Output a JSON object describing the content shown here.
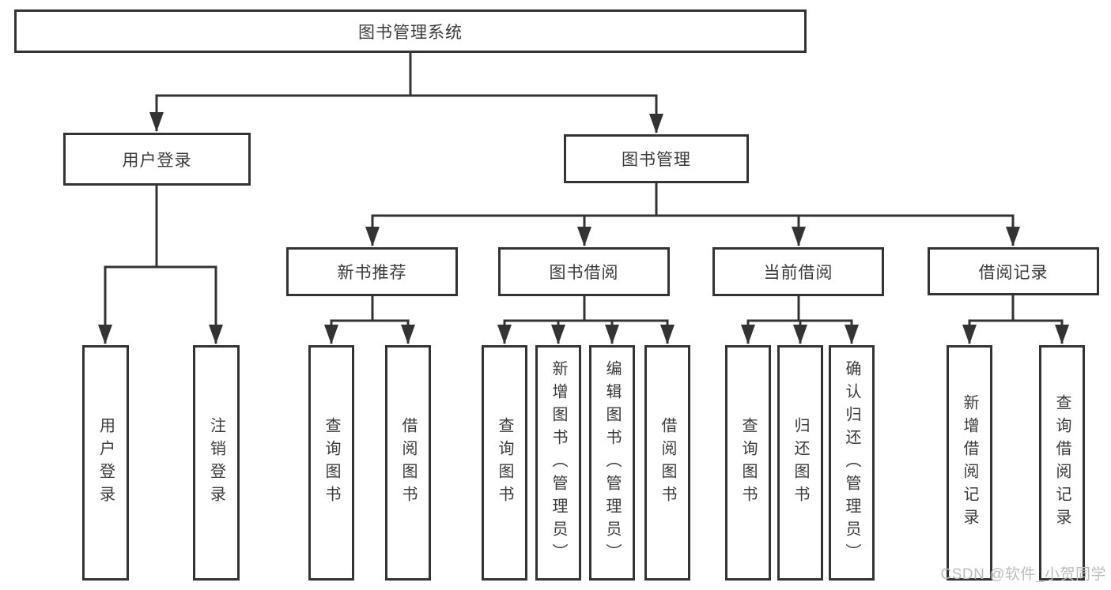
{
  "diagram": {
    "root": {
      "label": "图书管理系统"
    },
    "branches": [
      {
        "label": "用户登录",
        "leaves": [
          {
            "label": "用户登录"
          },
          {
            "label": "注销登录"
          }
        ]
      },
      {
        "label": "图书管理",
        "sections": [
          {
            "label": "新书推荐",
            "leaves": [
              {
                "label": "查询图书"
              },
              {
                "label": "借阅图书"
              }
            ]
          },
          {
            "label": "图书借阅",
            "leaves": [
              {
                "label": "查询图书"
              },
              {
                "label": "新增图书（管理员）"
              },
              {
                "label": "编辑图书（管理员）"
              },
              {
                "label": "借阅图书"
              }
            ]
          },
          {
            "label": "当前借阅",
            "leaves": [
              {
                "label": "查询图书"
              },
              {
                "label": "归还图书"
              },
              {
                "label": "确认归还（管理员）"
              }
            ]
          },
          {
            "label": "借阅记录",
            "leaves": [
              {
                "label": "新增借阅记录"
              },
              {
                "label": "查询借阅记录"
              }
            ]
          }
        ]
      }
    ]
  },
  "watermark": {
    "text": "CSDN @软件_小贺同学",
    "color": "#bcbcbc"
  },
  "colors": {
    "line": "#333333",
    "text": "#3a3a3a",
    "background": "#ffffff"
  }
}
